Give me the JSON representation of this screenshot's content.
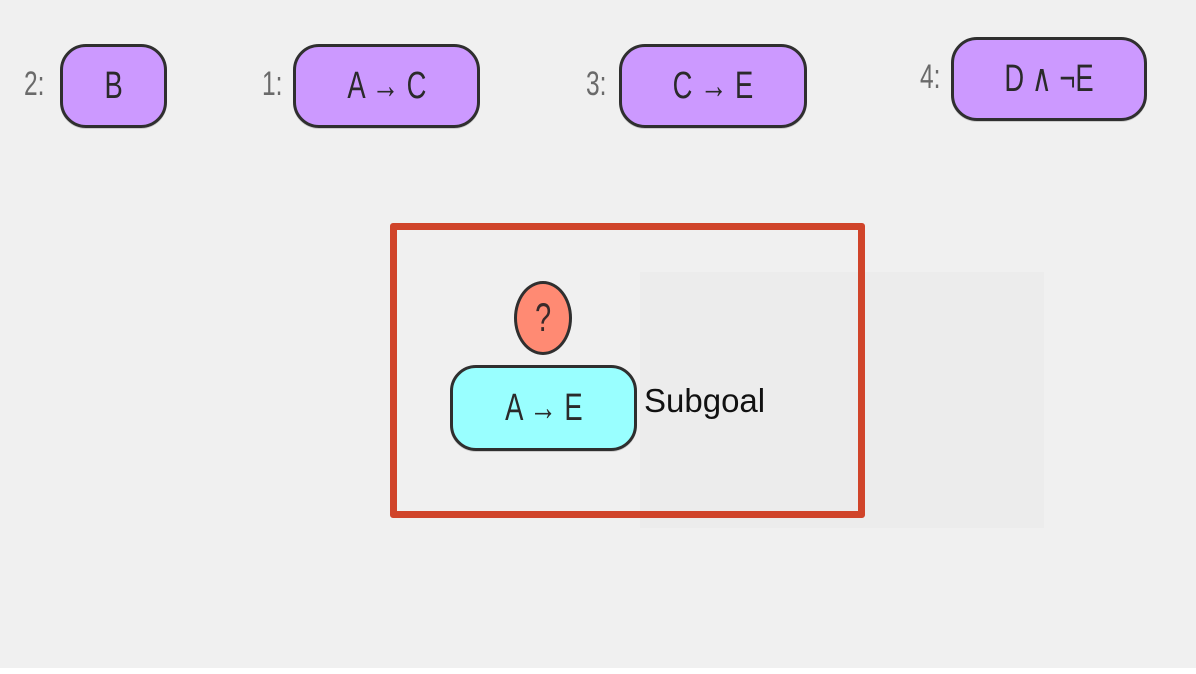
{
  "colors": {
    "premise": "#cc99ff",
    "goal": "#99ffff",
    "status": "#ff8a73",
    "focus": "#d0442a"
  },
  "premises": [
    {
      "index": "2:",
      "formula": "B"
    },
    {
      "index": "1:",
      "formula": "A → C"
    },
    {
      "index": "3:",
      "formula": "C → E"
    },
    {
      "index": "4:",
      "formula": "D ∧ ¬E"
    }
  ],
  "goal": {
    "formula": "A → E",
    "label": "Subgoal",
    "status": "?"
  }
}
